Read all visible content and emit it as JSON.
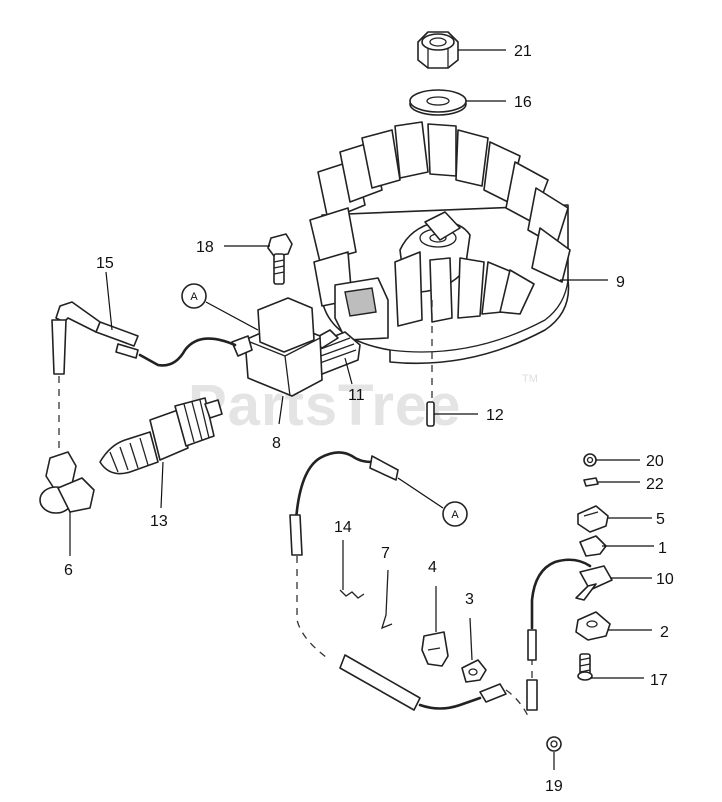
{
  "watermark": {
    "text": "PartsTree",
    "tm": "TM"
  },
  "reference_marker": "A",
  "callouts": [
    {
      "id": "21",
      "label": "21"
    },
    {
      "id": "16",
      "label": "16"
    },
    {
      "id": "18",
      "label": "18"
    },
    {
      "id": "15",
      "label": "15"
    },
    {
      "id": "9",
      "label": "9"
    },
    {
      "id": "11",
      "label": "11"
    },
    {
      "id": "12",
      "label": "12"
    },
    {
      "id": "8",
      "label": "8"
    },
    {
      "id": "13",
      "label": "13"
    },
    {
      "id": "6",
      "label": "6"
    },
    {
      "id": "20",
      "label": "20"
    },
    {
      "id": "22",
      "label": "22"
    },
    {
      "id": "5",
      "label": "5"
    },
    {
      "id": "1",
      "label": "1"
    },
    {
      "id": "10",
      "label": "10"
    },
    {
      "id": "14",
      "label": "14"
    },
    {
      "id": "7",
      "label": "7"
    },
    {
      "id": "4",
      "label": "4"
    },
    {
      "id": "3",
      "label": "3"
    },
    {
      "id": "2",
      "label": "2"
    },
    {
      "id": "17",
      "label": "17"
    },
    {
      "id": "19",
      "label": "19"
    }
  ]
}
